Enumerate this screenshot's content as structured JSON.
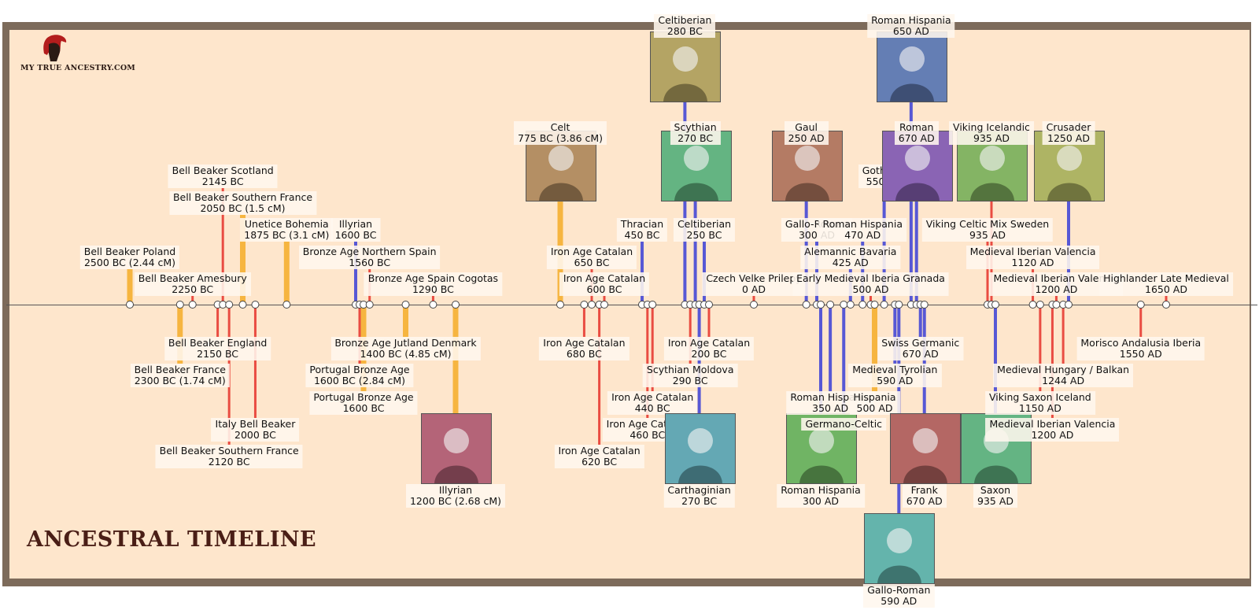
{
  "brand": {
    "logo_text": "MY TRUE ANCESTRY.COM",
    "logo_icon": "spartan-helmet-icon"
  },
  "title": "ANCESTRAL TIMELINE",
  "colors": {
    "bronze": "#f6b238",
    "iron": "#e8433a",
    "medieval": "#3a3ed6",
    "frame": "#7d6b5b",
    "background": "#fee6cc"
  },
  "events": [
    {
      "name": "Bell Beaker Poland",
      "date": "2500 BC (2.44 cM)",
      "era": "bronze",
      "side": "above",
      "row": 3
    },
    {
      "name": "Bell Beaker France",
      "date": "2300 BC (1.74 cM)",
      "era": "bronze",
      "side": "below",
      "row": 2
    },
    {
      "name": "Bell Beaker Amesbury",
      "date": "2250 BC",
      "era": "iron",
      "side": "above",
      "row": 2
    },
    {
      "name": "Bell Beaker England",
      "date": "2150 BC",
      "era": "iron",
      "side": "below",
      "row": 1
    },
    {
      "name": "Bell Beaker Scotland",
      "date": "2145 BC",
      "era": "iron",
      "side": "above",
      "row": 6
    },
    {
      "name": "Bell Beaker Southern France",
      "date": "2120 BC",
      "era": "iron",
      "side": "below",
      "row": 5
    },
    {
      "name": "Bell Beaker Southern France",
      "date": "2050 BC (1.5 cM)",
      "era": "bronze",
      "side": "above",
      "row": 5
    },
    {
      "name": "Italy Bell Beaker",
      "date": "2000 BC",
      "era": "iron",
      "side": "below",
      "row": 4
    },
    {
      "name": "Unetice Bohemia",
      "date": "1875 BC (3.1 cM)",
      "era": "bronze",
      "side": "above",
      "row": 4
    },
    {
      "name": "Illyrian",
      "date": "1600 BC",
      "era": "medieval",
      "side": "above",
      "row": 4
    },
    {
      "name": "Portugal Bronze Age",
      "date": "1600 BC (2.84 cM)",
      "era": "iron",
      "side": "below",
      "row": 2
    },
    {
      "name": "Portugal Bronze Age",
      "date": "1600 BC",
      "era": "bronze",
      "side": "below",
      "row": 3
    },
    {
      "name": "Bronze Age Northern Spain",
      "date": "1560 BC",
      "era": "iron",
      "side": "above",
      "row": 3
    },
    {
      "name": "Bronze Age Jutland Denmark",
      "date": "1400 BC (4.85 cM)",
      "era": "bronze",
      "side": "below",
      "row": 1
    },
    {
      "name": "Bronze Age Spain Cogotas",
      "date": "1290 BC",
      "era": "iron",
      "side": "above",
      "row": 2
    },
    {
      "name": "Illyrian",
      "date": "1200 BC (2.68 cM)",
      "era": "bronze",
      "side": "below",
      "row": 6,
      "image": "illyrian-warrior-image"
    },
    {
      "name": "Celt",
      "date": "775 BC (3.86 cM)",
      "era": "bronze",
      "side": "above",
      "row": 7,
      "image": "celt-couple-image"
    },
    {
      "name": "Iron Age Catalan",
      "date": "680 BC",
      "era": "iron",
      "side": "below",
      "row": 1
    },
    {
      "name": "Iron Age Catalan",
      "date": "650 BC",
      "era": "iron",
      "side": "above",
      "row": 3
    },
    {
      "name": "Iron Age Catalan",
      "date": "620 BC",
      "era": "iron",
      "side": "below",
      "row": 5
    },
    {
      "name": "Iron Age Catalan",
      "date": "600 BC",
      "era": "iron",
      "side": "above",
      "row": 2
    },
    {
      "name": "Thracian",
      "date": "450 BC",
      "era": "medieval",
      "side": "above",
      "row": 4
    },
    {
      "name": "Iron Age Catalan",
      "date": "460 BC",
      "era": "iron",
      "side": "below",
      "row": 4
    },
    {
      "name": "Iron Age Catalan",
      "date": "440 BC",
      "era": "iron",
      "side": "below",
      "row": 3
    },
    {
      "name": "Celtiberian",
      "date": "280 BC",
      "era": "medieval",
      "side": "top",
      "row": 9,
      "image": "celtiberian-coin-image"
    },
    {
      "name": "Scythian Moldova",
      "date": "290 BC",
      "era": "iron",
      "side": "below",
      "row": 2
    },
    {
      "name": "Scythian",
      "date": "270 BC",
      "era": "medieval",
      "side": "above",
      "row": 7,
      "image": "scythian-rider-image"
    },
    {
      "name": "Carthaginian",
      "date": "270 BC",
      "era": "medieval",
      "side": "below",
      "row": 6,
      "image": "carthaginian-bust-image"
    },
    {
      "name": "Celtiberian",
      "date": "250 BC",
      "era": "medieval",
      "side": "above",
      "row": 4
    },
    {
      "name": "Iron Age Catalan",
      "date": "200 BC",
      "era": "iron",
      "side": "below",
      "row": 1
    },
    {
      "name": "Czech Velke Prilepy",
      "date": "0 AD",
      "era": "iron",
      "side": "above",
      "row": 2
    },
    {
      "name": "Gaul",
      "date": "250 AD",
      "era": "medieval",
      "side": "above",
      "row": 7,
      "image": "gaul-battle-image"
    },
    {
      "name": "Gallo-Roman",
      "date": "300 AD",
      "era": "medieval",
      "side": "above",
      "row": 4
    },
    {
      "name": "Roman Hispania",
      "date": "300 AD",
      "era": "medieval",
      "side": "below",
      "row": 6,
      "image": "roman-bust-image"
    },
    {
      "name": "Roman Hispania",
      "date": "350 AD",
      "era": "medieval",
      "side": "below",
      "row": 3
    },
    {
      "name": "Germano-Celtic",
      "date": "",
      "era": "medieval",
      "side": "below",
      "row": 4
    },
    {
      "name": "Alemannic Bavaria",
      "date": "425 AD",
      "era": "medieval",
      "side": "above",
      "row": 3
    },
    {
      "name": "Early Medieval Iberia Granada",
      "date": "500 AD",
      "era": "iron",
      "side": "above",
      "row": 2
    },
    {
      "name": "Roman Hispania",
      "date": "470 AD",
      "era": "medieval",
      "side": "above",
      "row": 4
    },
    {
      "name": "Hispania",
      "date": "500 AD",
      "era": "bronze",
      "side": "below",
      "row": 3
    },
    {
      "name": "Goth Mix",
      "date": "550 AD",
      "era": "medieval",
      "side": "above",
      "row": 6
    },
    {
      "name": "Medieval Tyrolian",
      "date": "590 AD",
      "era": "medieval",
      "side": "below",
      "row": 2
    },
    {
      "name": "Gallo-Roman",
      "date": "590 AD",
      "era": "medieval",
      "side": "below",
      "row": 8,
      "image": "gallo-roman-fresco-image"
    },
    {
      "name": "Roman Hispania",
      "date": "650 AD",
      "era": "medieval",
      "side": "top",
      "row": 9,
      "image": "roman-hispania-bust-image"
    },
    {
      "name": "Roman",
      "date": "670 AD",
      "era": "medieval",
      "side": "above",
      "row": 7,
      "image": "roman-portrait-image"
    },
    {
      "name": "Swiss Germanic",
      "date": "670 AD",
      "era": "medieval",
      "side": "below",
      "row": 1
    },
    {
      "name": "Frank",
      "date": "670 AD",
      "era": "medieval",
      "side": "below",
      "row": 6,
      "image": "frank-statue-image"
    },
    {
      "name": "Viking Celtic Mix Sweden",
      "date": "935 AD",
      "era": "iron",
      "side": "above",
      "row": 4
    },
    {
      "name": "Viking Icelandic",
      "date": "935 AD",
      "era": "iron",
      "side": "above",
      "row": 7,
      "image": "viking-ship-image"
    },
    {
      "name": "Saxon",
      "date": "935 AD",
      "era": "medieval",
      "side": "below",
      "row": 6,
      "image": "saxon-helmet-image"
    },
    {
      "name": "Medieval Iberian Valencia",
      "date": "1120 AD",
      "era": "iron",
      "side": "above",
      "row": 3
    },
    {
      "name": "Viking Saxon Iceland",
      "date": "1150 AD",
      "era": "iron",
      "side": "below",
      "row": 3
    },
    {
      "name": "Medieval Iberian Valencia",
      "date": "1200 AD",
      "era": "iron",
      "side": "below",
      "row": 4
    },
    {
      "name": "Medieval Iberian Valencia",
      "date": "1200 AD",
      "era": "iron",
      "side": "above",
      "row": 2
    },
    {
      "name": "Medieval Hungary / Balkan",
      "date": "1244 AD",
      "era": "iron",
      "side": "below",
      "row": 2
    },
    {
      "name": "Crusader",
      "date": "1250 AD",
      "era": "medieval",
      "side": "above",
      "row": 7,
      "image": "crusader-ship-image"
    },
    {
      "name": "Morisco Andalusia Iberia",
      "date": "1550 AD",
      "era": "iron",
      "side": "below",
      "row": 1
    },
    {
      "name": "Highlander Late Medieval",
      "date": "1650 AD",
      "era": "iron",
      "side": "above",
      "row": 2
    }
  ]
}
